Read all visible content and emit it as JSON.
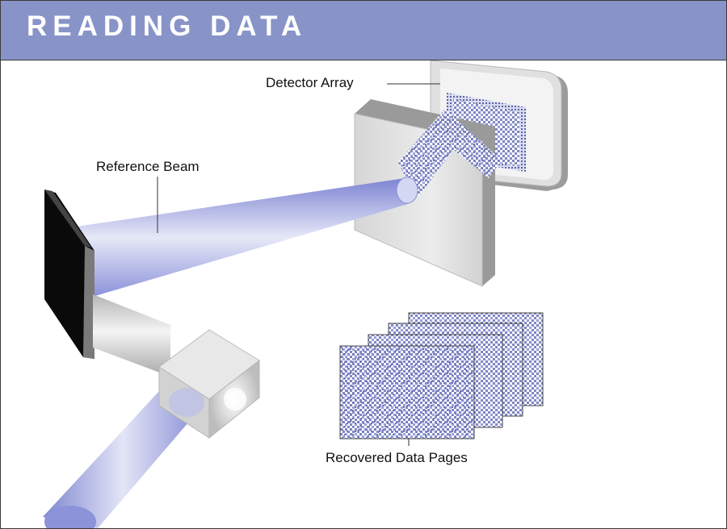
{
  "header": {
    "title": "READING DATA"
  },
  "labels": {
    "detector_array": "Detector Array",
    "reference_beam": "Reference Beam",
    "recovered_pages": "Recovered Data Pages"
  },
  "colors": {
    "header_bg": "#8894c8",
    "beam": "#8a90d6",
    "pattern": "#7f86c4",
    "plate_gray": "#c8c8c8"
  }
}
